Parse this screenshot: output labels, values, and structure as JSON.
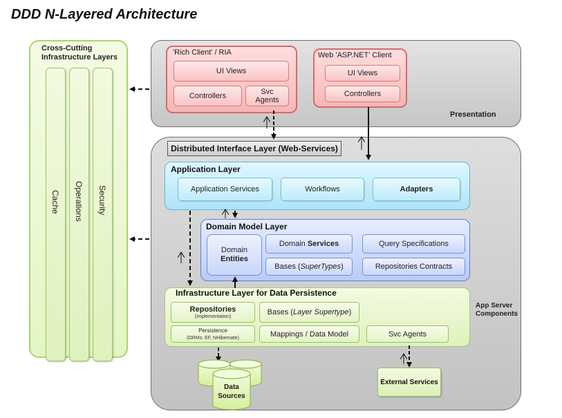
{
  "title": "DDD N-Layered Architecture",
  "cross_cutting": {
    "title": "Cross-Cutting Infrastructure Layers",
    "columns": [
      "Cache",
      "Operations",
      "Security"
    ]
  },
  "presentation": {
    "label": "Presentation",
    "rich_client": {
      "title": "'Rich Client' / RIA",
      "ui_views": "UI Views",
      "controllers": "Controllers",
      "svc_agents": "Svc Agents"
    },
    "web_client": {
      "title": "Web 'ASP.NET' Client",
      "ui_views": "UI Views",
      "controllers": "Controllers"
    }
  },
  "distributed_interface": "Distributed Interface Layer (Web-Services)",
  "application_layer": {
    "title": "Application Layer",
    "items": [
      "Application Services",
      "Workflows",
      "Adapters"
    ]
  },
  "domain_model": {
    "title": "Domain Model Layer",
    "entities_top": "Domain",
    "entities_bottom": "Entities",
    "services_prefix": "Domain",
    "services_bold": "Services",
    "query_specs": "Query Specifications",
    "bases_prefix": "Bases (",
    "bases_italic": "SuperTypes",
    "bases_suffix": ")",
    "repositories_contracts": "Repositories Contracts"
  },
  "infrastructure": {
    "title": "Infrastructure Layer for Data Persistence",
    "repositories": "Repositories",
    "repositories_sub": "(Implementation)",
    "bases_prefix": "Bases (",
    "bases_italic": "Layer Supertype",
    "bases_suffix": ")",
    "persistence": "Persistence",
    "persistence_sub": "(ORMs: EF, NHibernate)",
    "mappings": "Mappings / Data Model",
    "svc_agents": "Svc Agents"
  },
  "app_server_label": "App Server Components",
  "data_sources": "Data Sources",
  "external_services": "External Services",
  "colors": {
    "presentation_pink": "#f6b6b6",
    "application_cyan": "#aee4f6",
    "domain_blue": "#b9cbf5",
    "infrastructure_green": "#dff1bc",
    "container_gray": "#c6c6c6"
  }
}
